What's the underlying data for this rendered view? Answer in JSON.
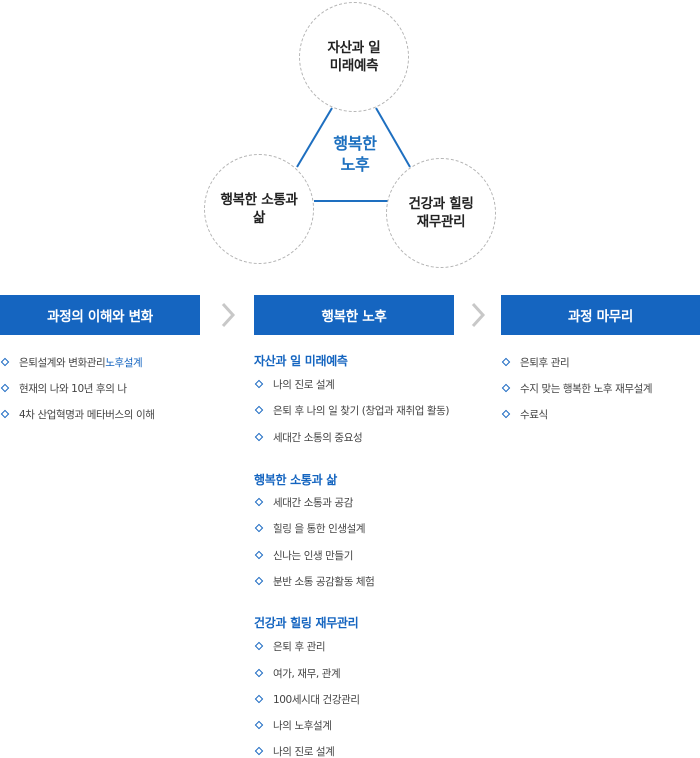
{
  "diagram": {
    "top_circle": "자산과 일\n미래예측",
    "left_circle": "행복한 소통과\n삶",
    "right_circle": "건강과 힐링\n재무관리",
    "center": "행복한\n노후",
    "colors": {
      "accent": "#1565c0",
      "center_text": "#1b6fbf",
      "line": "#1e6fc0",
      "dash": "#b4b4b4"
    }
  },
  "steps": [
    {
      "label": "과정의 이해와 변화"
    },
    {
      "label": "행복한 노후"
    },
    {
      "label": "과정 마무리"
    }
  ],
  "col1": {
    "items": [
      {
        "text": "은퇴설계와 변화관리 ",
        "highlight": "노후설계"
      },
      {
        "text": "현재의 나와 10년 후의 나"
      },
      {
        "text": "4차 산업혁명과 메타버스의 이해"
      }
    ]
  },
  "col2": {
    "groups": [
      {
        "title": "자산과 일 미래예측",
        "items": [
          "나의 진로 설계",
          "은퇴 후 나의 일 찾기 (창업과 재취업 활동)",
          "세대간 소통의 중요성"
        ]
      },
      {
        "title": "행복한 소통과 삶",
        "items": [
          "세대간 소통과 공감",
          "힐링 을 통한 인생설계",
          "신나는 인생 만들기",
          "분반 소통 공감활동 체험"
        ]
      },
      {
        "title": "건강과 힐링 재무관리",
        "items": [
          "은퇴 후 관리",
          "여가, 재무, 관계",
          "100세시대 건강관리",
          "나의 노후설계",
          "나의 진로 설계"
        ]
      }
    ]
  },
  "col3": {
    "items": [
      "은퇴후 관리",
      "수지 맞는 행복한 노후 재무설계",
      "수료식"
    ]
  }
}
